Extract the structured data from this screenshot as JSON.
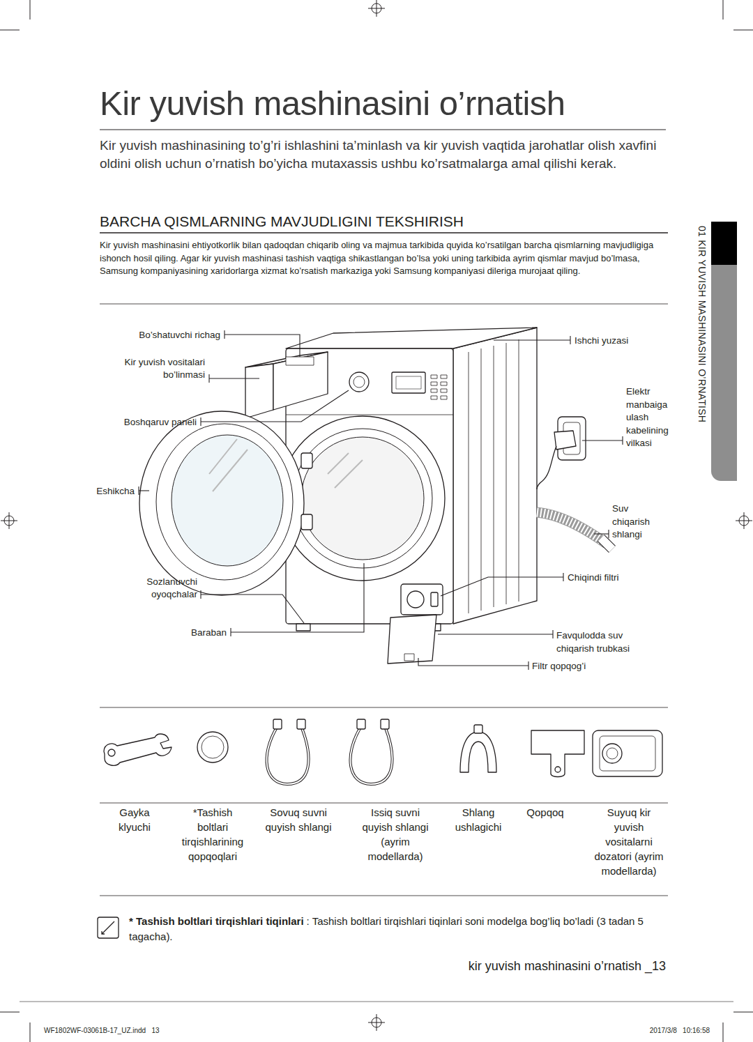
{
  "diagram": {
    "title": "Kir yuvish mashinasini o’rnatish",
    "nodes": [
      {
        "text": [
          "01 KIR YUVISH MASHINASINI O’RNATISH"
        ]
      }
    ],
    "labels": [
      "Kir yuvish mashinasining to’g’ri ishlashini ta’minlash va kir yuvish vaqtida jarohatlar olish xavfini oldini olish uchun o’rnatish bo’yicha mutaxassis ushbu ko’rsatmalarga amal qilishi kerak.",
      "BARCHA QISMLARNING MAVJUDLIGINI TEKSHIRISH",
      "Kir yuvish mashinasini ehtiyotkorlik bilan qadoqdan chiqarib oling va majmua tarkibida quyida ko’rsatilgan barcha qismlarning mavjudligiga ishonch hosil qiling. Agar kir yuvish mashinasi tashish vaqtiga shikastlangan bo’lsa yoki uning tarkibida ayrim qismlar mavjud bo’lmasa, Samsung kompaniyasining xaridorlarga xizmat ko’rsatish markaziga yoki Samsung kompaniyasi dileriga murojaat qiling.",
      "Bo’shatuvchi richag",
      "Kir yuvish vositalari bo’linmasi",
      "Boshqaruv paneli",
      "Eshikcha",
      "Sozlanuvchi oyoqchalar",
      "Baraban",
      "Ishchi yuzasi",
      "Elektr manbaiga ulash kabelining vilkasi",
      "Suv chiqarish shlangi",
      "Chiqindi filtri",
      "Favqulodda suv chiqarish trubkasi",
      "Filtr qopqog’i",
      "Gayka klyuchi",
      "*Tashish boltlari tirqishlarining qopqoqlari",
      "Sovuq suvni quyish shlangi",
      "Issiq suvni quyish shlangi (ayrim modellarda)",
      "Shlang ushlagichi",
      "Qopqoq",
      "Suyuq kir yuvish vositalarni dozatori (ayrim modellarda)",
      "* Tashish boltlari tirqishlari tiqinlari",
      ": Tashish boltlari tirqishlari tiqinlari soni modelga bog’liq bo’ladi (3 tadan 5 tagacha).",
      "kir yuvish mashinasini o’rnatish _13",
      "WF1802WF-03061B-17_UZ.indd   13",
      "2017/3/8   10:16:58"
    ]
  }
}
